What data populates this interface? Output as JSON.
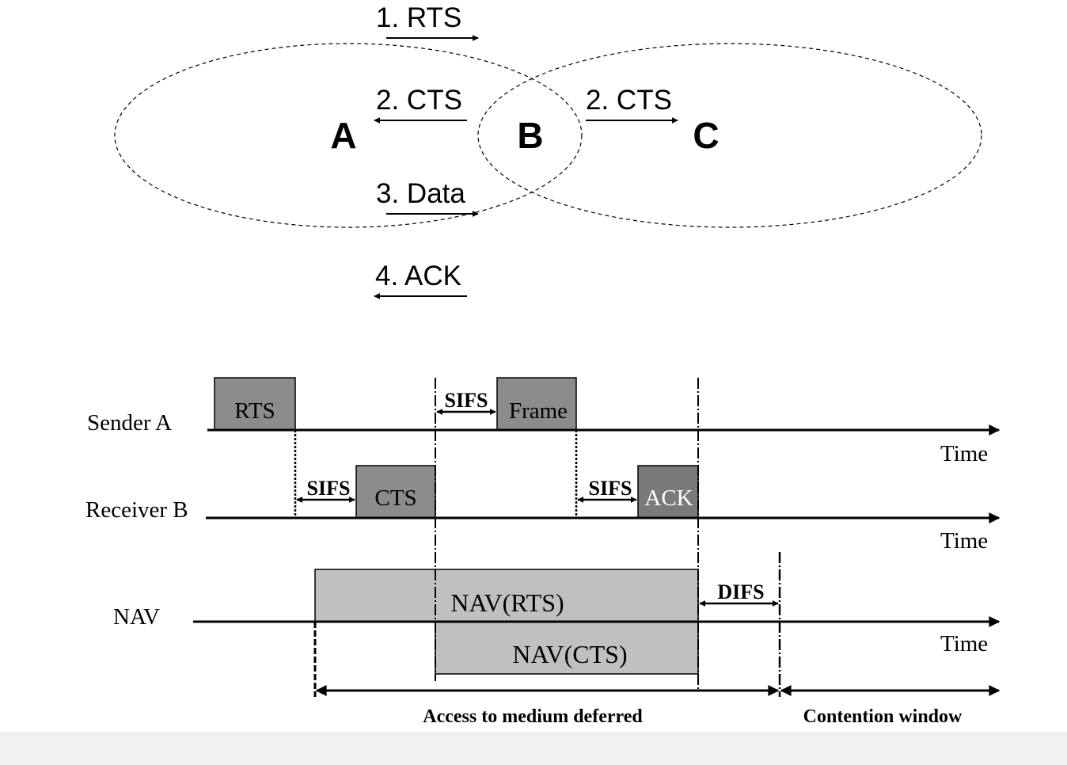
{
  "network": {
    "nodes": {
      "a": "A",
      "b": "B",
      "c": "C"
    },
    "messages": {
      "rts": "1. RTS",
      "cts_left": "2. CTS",
      "cts_right": "2. CTS",
      "data": "3. Data",
      "ack": "4. ACK"
    }
  },
  "timeline": {
    "rows": {
      "sender": "Sender A",
      "receiver": "Receiver B",
      "nav": "NAV"
    },
    "time_label": "Time",
    "frames": {
      "rts": "RTS",
      "cts": "CTS",
      "frame": "Frame",
      "ack": "ACK"
    },
    "gaps": {
      "sifs": "SIFS",
      "difs": "DIFS"
    },
    "nav_bars": {
      "rts": "NAV(RTS)",
      "cts": "NAV(CTS)"
    },
    "spans": {
      "deferred": "Access to medium deferred",
      "contention": "Contention window"
    }
  },
  "colors": {
    "frame_fill": "#8c8c8c",
    "ack_fill": "#7a7a7a",
    "nav_fill": "#c0c0c0",
    "ink": "#000000"
  }
}
